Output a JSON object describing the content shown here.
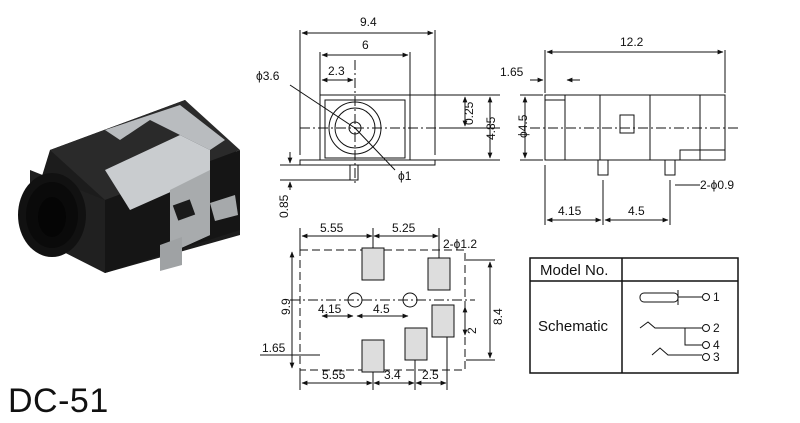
{
  "model_name": "DC-51",
  "front_view": {
    "width_total": "9.4",
    "width_inner": "6",
    "hole_offset": "2.3",
    "hole_diameter": "ϕ3.6",
    "pin_diameter": "ϕ1",
    "offset_small": "0.25",
    "height": "4.85",
    "base_height": "0.85"
  },
  "side_view": {
    "length_total": "12.2",
    "front_depth": "1.65",
    "bore_diameter": "ϕ4.5",
    "pin_spacing_1": "4.15",
    "pin_spacing_2": "4.5",
    "pin_count_diameter": "2-ϕ0.9"
  },
  "footprint": {
    "top_left_spacing": "5.55",
    "top_right_spacing": "5.25",
    "hole_spec": "2-ϕ1.2",
    "height_overall": "9.9",
    "height_inner": "8.4",
    "hole_spacing_left": "4.15",
    "hole_spacing_right": "4.5",
    "pad_size": "2",
    "bottom_margin": "1.65",
    "bottom_left_spacing": "5.55",
    "bottom_mid_spacing": "3.4",
    "bottom_right_spacing": "2.5"
  },
  "spec_table": {
    "model_label": "Model No.",
    "model_value": "",
    "schematic_label": "Schematic",
    "pins": [
      "1",
      "2",
      "4",
      "3"
    ]
  }
}
